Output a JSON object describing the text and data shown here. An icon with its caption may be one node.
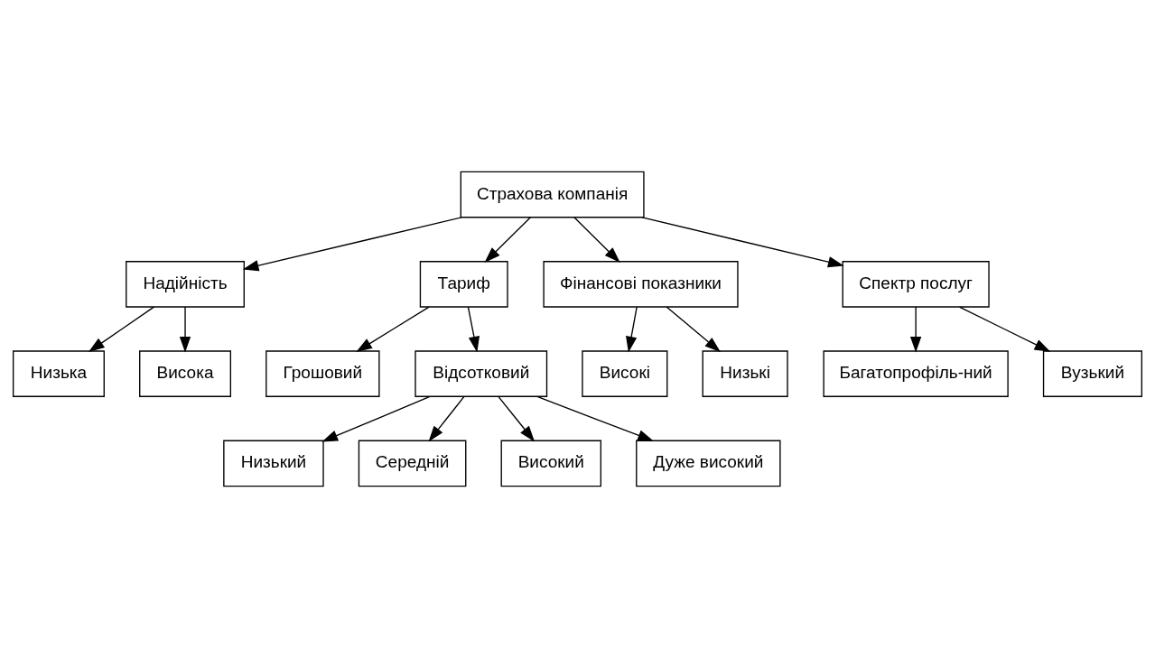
{
  "diagram": {
    "nodes": [
      {
        "text": [
          "Страхова компанія"
        ]
      },
      {
        "text": [
          "Надійність"
        ]
      },
      {
        "text": [
          "Низька"
        ]
      },
      {
        "text": [
          "Висока"
        ]
      },
      {
        "text": [
          "Тариф"
        ]
      },
      {
        "text": [
          "Грошовий"
        ]
      },
      {
        "text": [
          "Відсотковий"
        ]
      },
      {
        "text": [
          "Низький"
        ]
      },
      {
        "text": [
          "Середній"
        ]
      },
      {
        "text": [
          "Високий"
        ]
      },
      {
        "text": [
          "Дуже високий"
        ]
      },
      {
        "text": [
          "Фінансові показники"
        ]
      },
      {
        "text": [
          "Високі"
        ]
      },
      {
        "text": [
          "Низькі"
        ]
      },
      {
        "text": [
          "Спектр послуг"
        ]
      },
      {
        "text": [
          "Багатопрофіль-ний"
        ]
      },
      {
        "text": [
          "Вузький"
        ]
      }
    ],
    "edges": [
      {
        "from": 0,
        "to": 1,
        "arrow": "to"
      },
      {
        "from": 0,
        "to": 4,
        "arrow": "to"
      },
      {
        "from": 0,
        "to": 11,
        "arrow": "to"
      },
      {
        "from": 0,
        "to": 14,
        "arrow": "to"
      },
      {
        "from": 1,
        "to": 2,
        "arrow": "to"
      },
      {
        "from": 1,
        "to": 3,
        "arrow": "to"
      },
      {
        "from": 4,
        "to": 5,
        "arrow": "to"
      },
      {
        "from": 4,
        "to": 6,
        "arrow": "to"
      },
      {
        "from": 6,
        "to": 7,
        "arrow": "to"
      },
      {
        "from": 6,
        "to": 8,
        "arrow": "to"
      },
      {
        "from": 6,
        "to": 9,
        "arrow": "to"
      },
      {
        "from": 6,
        "to": 10,
        "arrow": "to"
      },
      {
        "from": 11,
        "to": 12,
        "arrow": "to"
      },
      {
        "from": 11,
        "to": 13,
        "arrow": "to"
      },
      {
        "from": 14,
        "to": 15,
        "arrow": "to"
      },
      {
        "from": 14,
        "to": 16,
        "arrow": "to"
      }
    ]
  }
}
